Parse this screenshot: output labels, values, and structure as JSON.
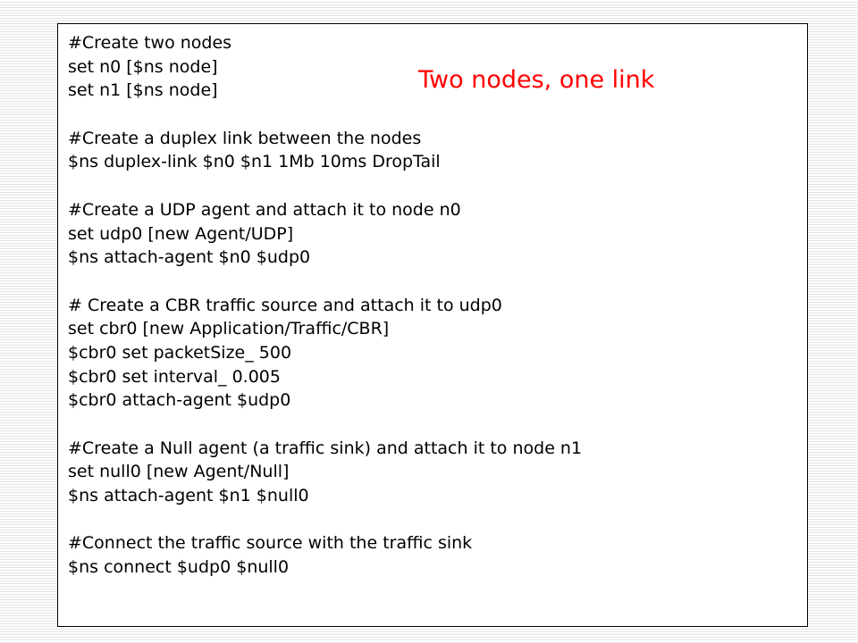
{
  "slide": {
    "title": "Two nodes, one link",
    "title_color": "#ff0000",
    "code_lines": [
      "#Create two nodes",
      "set n0 [$ns node]",
      "set n1 [$ns node]",
      "",
      "#Create a duplex link between the nodes",
      "$ns duplex-link $n0 $n1 1Mb 10ms DropTail",
      "",
      "#Create a UDP agent and attach it to node n0",
      "set udp0 [new Agent/UDP]",
      "$ns attach-agent $n0 $udp0",
      "",
      "# Create a CBR traffic source and attach it to udp0",
      "set cbr0 [new Application/Traffic/CBR]",
      "$cbr0 set packetSize_ 500",
      "$cbr0 set interval_ 0.005",
      "$cbr0 attach-agent $udp0",
      "",
      "#Create a Null agent (a traffic sink) and attach it to node n1",
      "set null0 [new Agent/Null]",
      "$ns attach-agent $n1 $null0",
      "",
      "#Connect the traffic source with the traffic sink",
      "$ns connect $udp0 $null0"
    ]
  }
}
